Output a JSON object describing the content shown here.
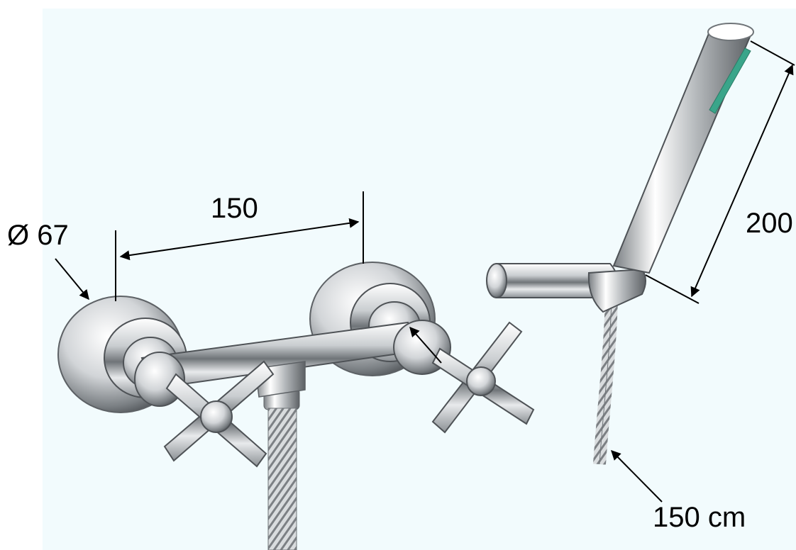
{
  "dimensions": {
    "diameter": "Ø 67",
    "spacing": "150",
    "handshower_length": "200",
    "hose_length": "150 cm"
  },
  "colors": {
    "background_panel": "#f2fbfd",
    "chrome_dark": "#6f7478",
    "chrome_mid": "#c9cdd0",
    "chrome_light": "#ffffff",
    "nozzle": "#3aa58a",
    "dimension_line": "#000000"
  }
}
